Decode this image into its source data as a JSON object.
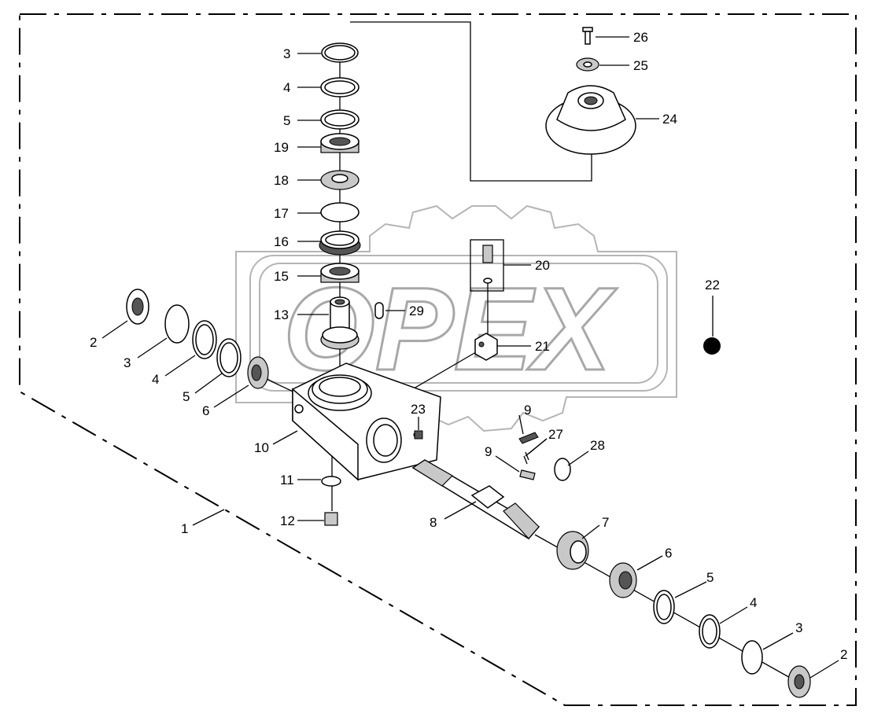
{
  "watermark": {
    "text": "OPEX"
  },
  "callouts": {
    "c1": "1",
    "c2a": "2",
    "c2b": "2",
    "c3a": "3",
    "c3b": "3",
    "c3c": "3",
    "c4a": "4",
    "c4b": "4",
    "c4c": "4",
    "c5a": "5",
    "c5b": "5",
    "c5c": "5",
    "c6a": "6",
    "c6b": "6",
    "c7": "7",
    "c8": "8",
    "c9a": "9",
    "c9b": "9",
    "c10": "10",
    "c11": "11",
    "c12": "12",
    "c13": "13",
    "c15": "15",
    "c16": "16",
    "c17": "17",
    "c18": "18",
    "c19": "19",
    "c20": "20",
    "c21": "21",
    "c22": "22",
    "c23": "23",
    "c24": "24",
    "c25": "25",
    "c26": "26",
    "c27": "27",
    "c28": "28",
    "c29": "29"
  }
}
